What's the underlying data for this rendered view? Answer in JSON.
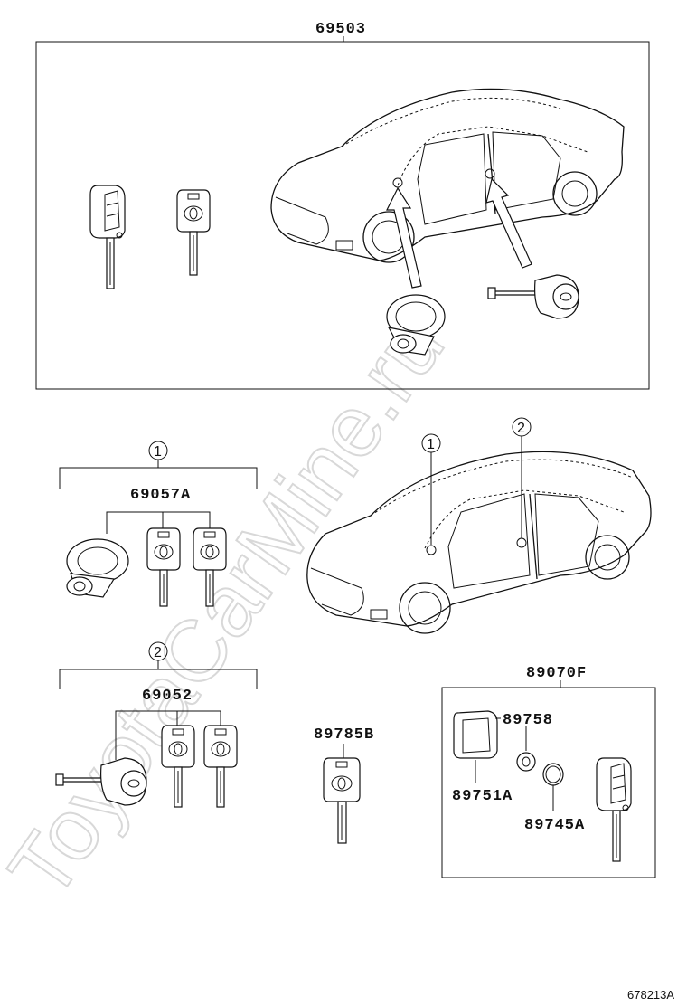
{
  "watermark": "ToyotaCarMine.ru",
  "reference_code": "678213A",
  "callouts": {
    "set_main": "69503",
    "circle_1": "1",
    "circle_2": "2",
    "set_1": "69057A",
    "set_2": "69052",
    "key_blank": "89785B",
    "transmitter_set": "89070F",
    "case": "89751A",
    "cover": "89758",
    "battery": "89745A"
  },
  "icons": [
    "car-icon",
    "key-icon",
    "remote-key-icon",
    "lock-cylinder-icon",
    "battery-icon"
  ]
}
